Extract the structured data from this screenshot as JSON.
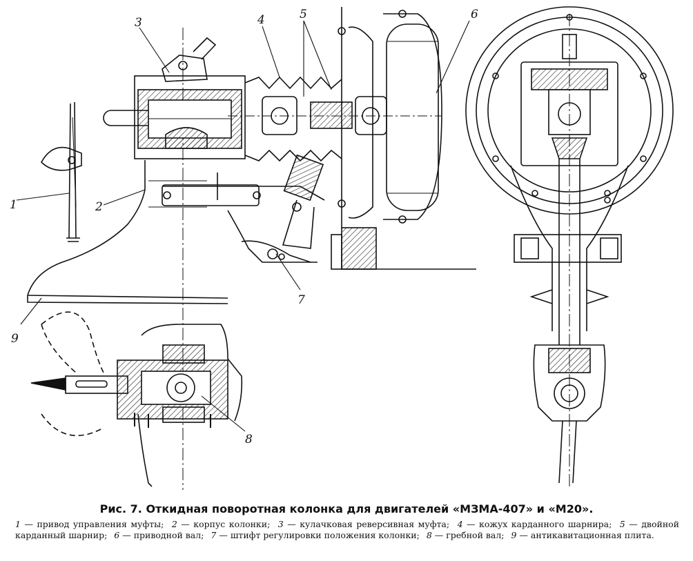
{
  "figure": {
    "caption": "Рис. 7. Откидная поворотная колонка для двигателей «МЗМА-407» и «М20».",
    "callouts": [
      "1",
      "2",
      "3",
      "4",
      "5",
      "6",
      "7",
      "8",
      "9"
    ],
    "legend": [
      {
        "num": "1",
        "text": "привод управления муфты;"
      },
      {
        "num": "2",
        "text": "корпус колонки;"
      },
      {
        "num": "3",
        "text": "кулачковая реверсивная муфта;"
      },
      {
        "num": "4",
        "text": "кожух карданного шарнира;"
      },
      {
        "num": "5",
        "text": "двойной карданный шарнир;"
      },
      {
        "num": "6",
        "text": "приводной вал;"
      },
      {
        "num": "7",
        "text": "штифт регулировки положения колонки;"
      },
      {
        "num": "8",
        "text": "гребной вал;"
      },
      {
        "num": "9",
        "text": "антикавитационная плита."
      }
    ]
  }
}
